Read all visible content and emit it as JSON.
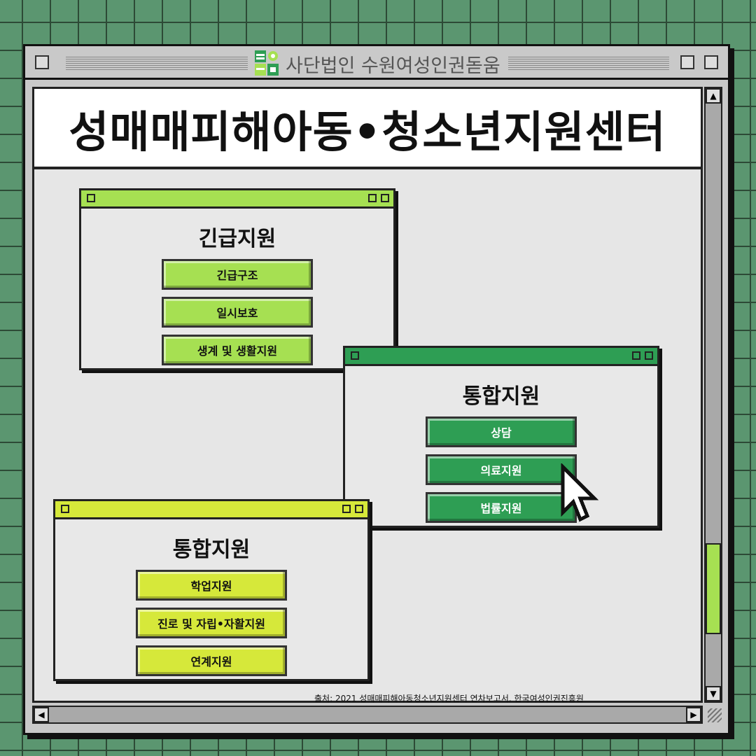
{
  "window": {
    "title": "사단법인 수원여성인권돋움"
  },
  "header": {
    "title": "성매매피해아동•청소년지원센터"
  },
  "windows": [
    {
      "title": "긴급지원",
      "buttons": [
        "긴급구조",
        "일시보호",
        "생계 및 생활지원"
      ],
      "color": "#a6e052"
    },
    {
      "title": "통합지원",
      "buttons": [
        "상담",
        "의료지원",
        "법률지원"
      ],
      "color": "#2e9e54"
    },
    {
      "title": "통합지원",
      "buttons": [
        "학업지원",
        "진로 및 자립•자활지원",
        "연계지원"
      ],
      "color": "#d6e83a"
    }
  ],
  "footer": "출처: 2021 성매매피해아동청소년지원센터 연차보고서. 한국여성인권진흥원"
}
